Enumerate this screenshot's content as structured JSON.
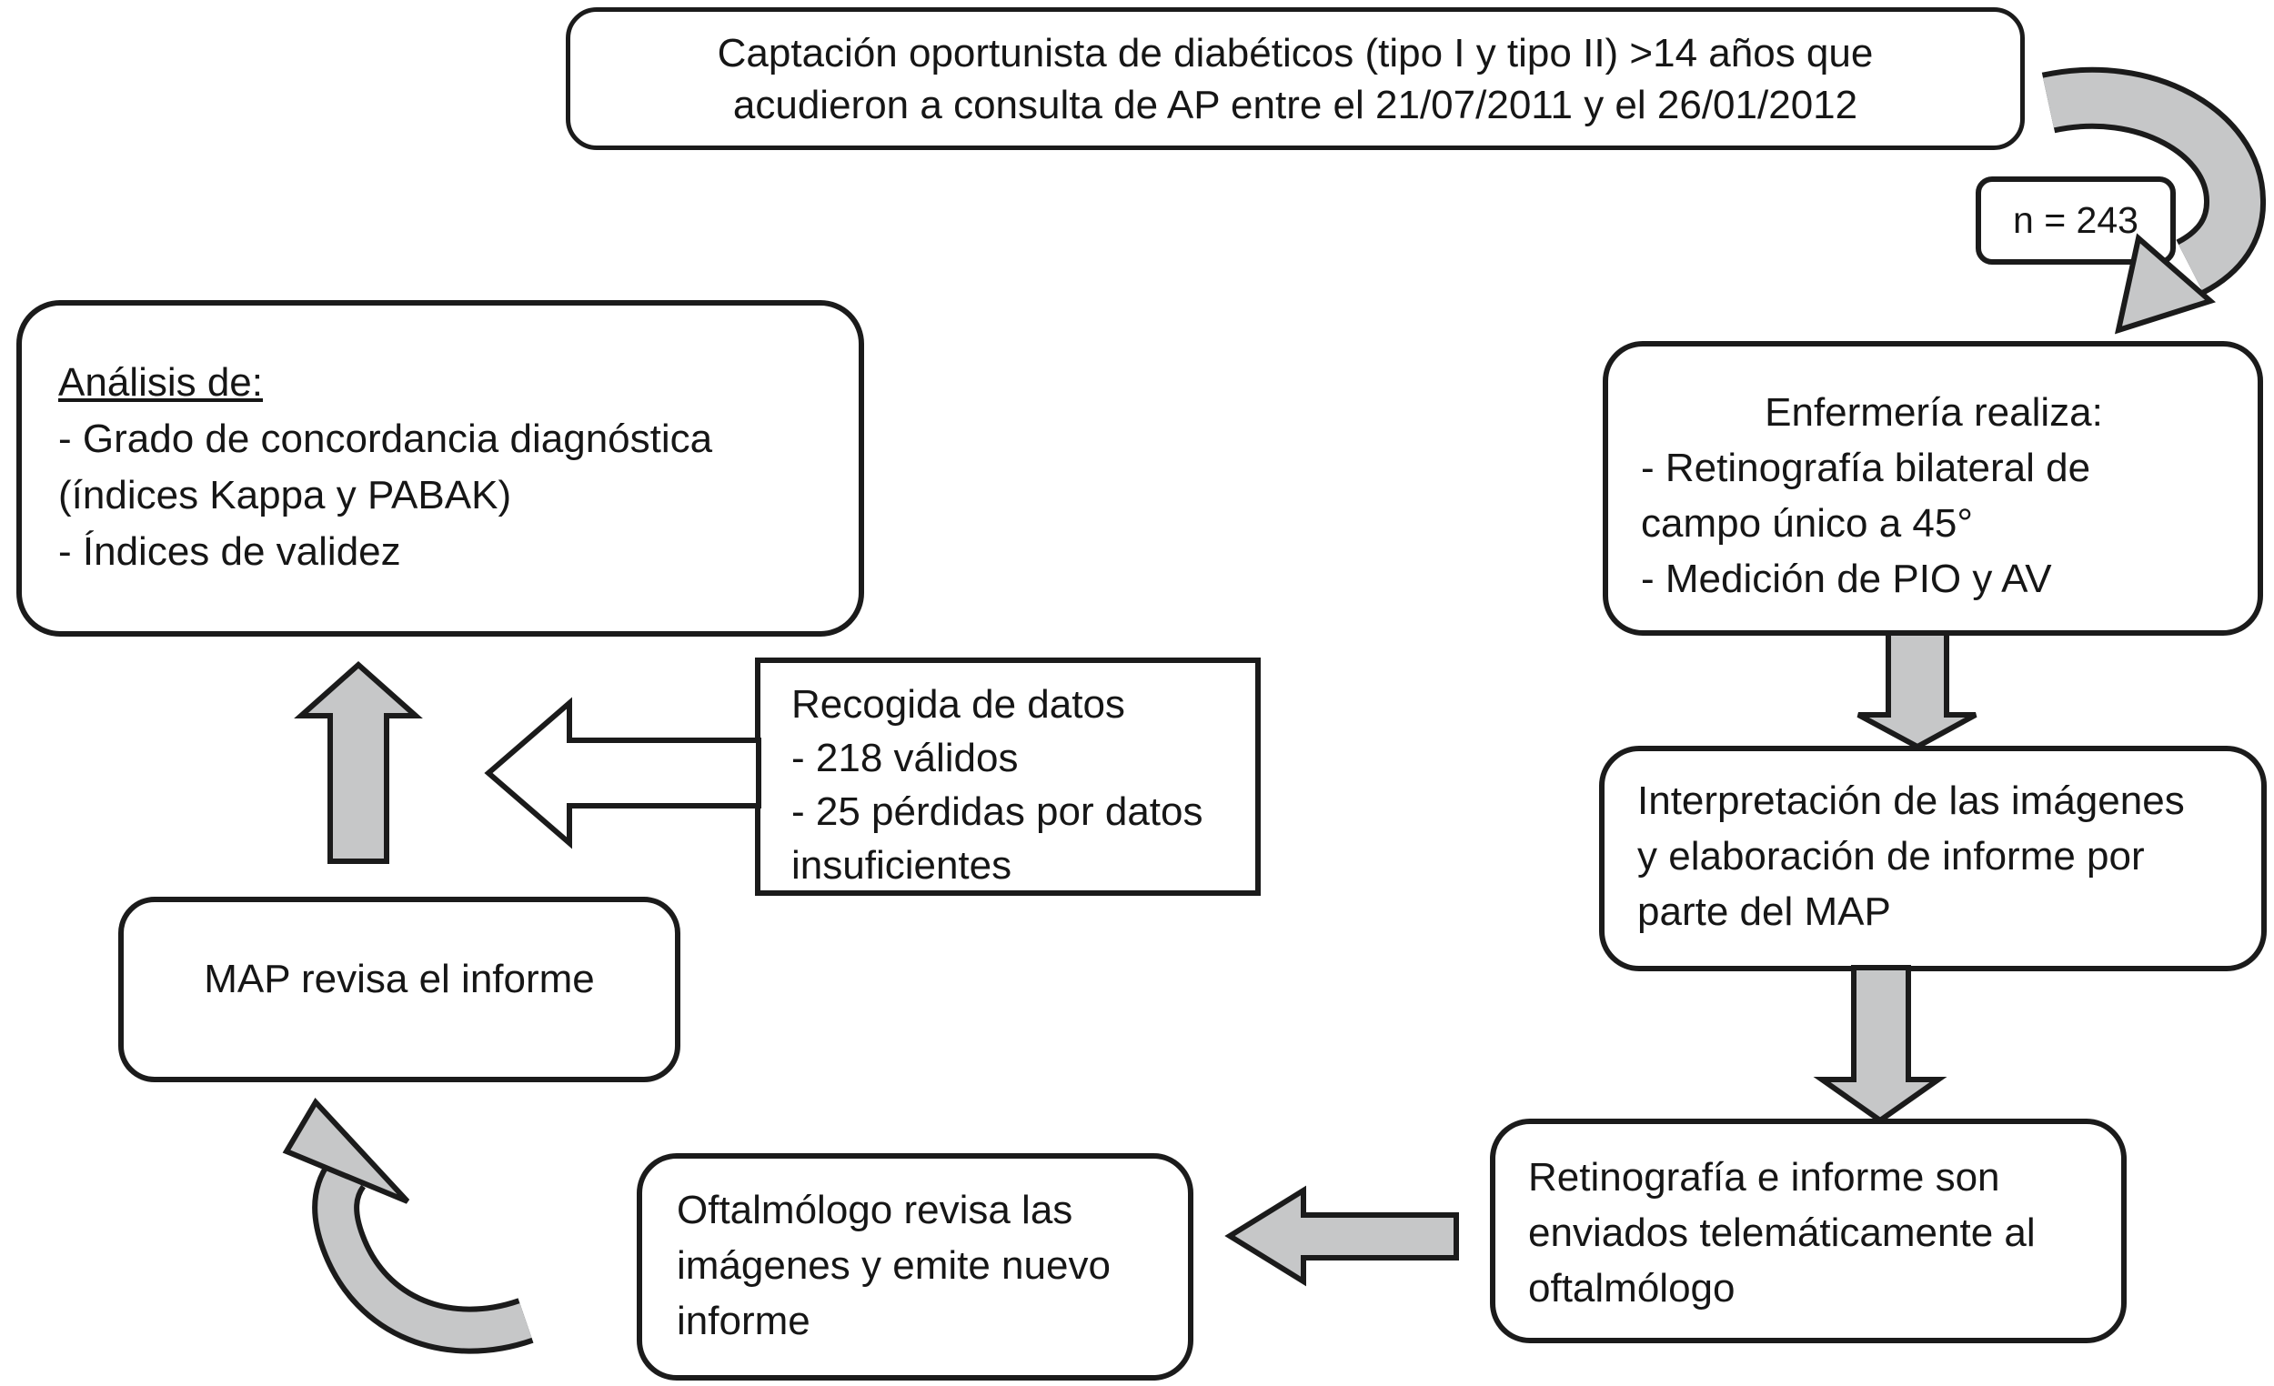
{
  "figure": {
    "type": "flowchart",
    "language": "es"
  },
  "colors": {
    "background": "#ffffff",
    "box_fill": "#ffffff",
    "box_border": "#1b1b1b",
    "arrow_fill": "#c6c7c8",
    "arrow_outline": "#1b1b1b",
    "text": "#161616"
  },
  "boxes": {
    "captacion": {
      "line1": "Captación oportunista de diabéticos (tipo I y tipo II) >14 años que",
      "line2": "acudieron a consulta de AP entre el 21/07/2011 y el 26/01/2012"
    },
    "n_count": {
      "label": "n = 243"
    },
    "enfermeria": {
      "title": "Enfermería realiza:",
      "line1": "- Retinografía bilateral de",
      "line2": "campo único a 45°",
      "line3": "- Medición de PIO y AV"
    },
    "interpretacion": {
      "line1": "Interpretación de las imágenes",
      "line2": "y elaboración de informe por",
      "line3": "parte del MAP"
    },
    "retinografia": {
      "line1": "Retinografía e informe son",
      "line2": "enviados telemáticamente al",
      "line3": "oftalmólogo"
    },
    "oftalmologo": {
      "line1": "Oftalmólogo revisa las",
      "line2": "imágenes y emite nuevo",
      "line3": "informe"
    },
    "map": {
      "label": "MAP revisa el informe"
    },
    "analisis": {
      "title": "Análisis de:",
      "line1": "- Grado de concordancia diagnóstica",
      "line2": "(índices Kappa y PABAK)",
      "line3": "- Índices de validez"
    },
    "recogida": {
      "line1": "Recogida de datos",
      "line2": "- 218 válidos",
      "line3": "- 25 pérdidas por datos",
      "line4": "insuficientes"
    }
  },
  "arrows": {
    "captacion_to_enfermeria": "curved-clockwise-down-arrow",
    "enfermeria_to_interpretacion": "down-arrow",
    "interpretacion_to_retinografia": "down-arrow",
    "retinografia_to_oftalmologo": "left-arrow",
    "oftalmologo_to_map": "curved-up-arrow",
    "map_to_analisis": "up-arrow",
    "recogida_to_analisis": "left-outline-arrow"
  }
}
